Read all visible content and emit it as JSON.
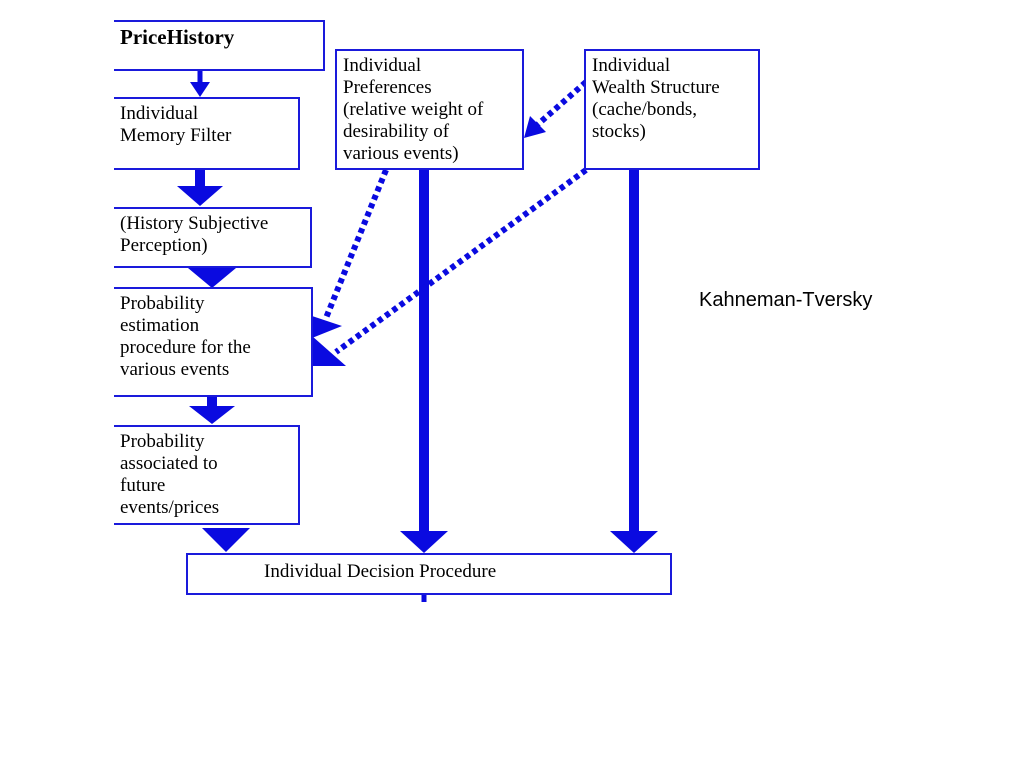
{
  "diagram": {
    "boxes": {
      "price_history": "PriceHistory",
      "memory_filter": "Individual\nMemory Filter",
      "history_perception": "(History Subjective\nPerception)",
      "probability_estimation": "Probability\nestimation\nprocedure for the\nvarious events",
      "probability_future": "Probability\nassociated to\nfuture\nevents/prices",
      "individual_preferences": "Individual\nPreferences\n(relative weight of\ndesirability of\nvarious events)",
      "wealth_structure": "Individual\nWealth Structure\n(cache/bonds,\nstocks)",
      "decision_procedure": "Individual Decision Procedure"
    },
    "side_label": "Kahneman-Tversky"
  },
  "colors": {
    "arrow": "#0a0ae0",
    "border": "#1a1adb"
  }
}
